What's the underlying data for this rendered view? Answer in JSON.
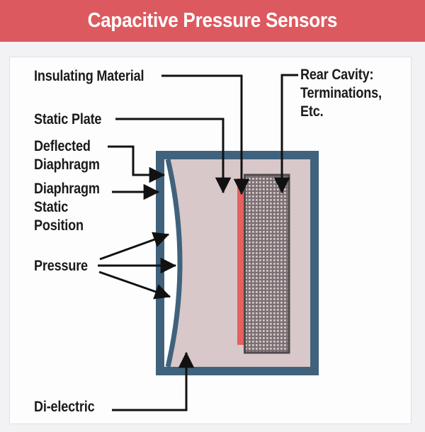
{
  "header": {
    "title": "Capacitive Pressure Sensors"
  },
  "labels": {
    "insulating_material": "Insulating Material",
    "static_plate": "Static Plate",
    "deflected_diaphragm": "Deflected\nDiaphragm",
    "diaphragm_static_position": "Diaphragm\nStatic\nPosition",
    "pressure": "Pressure",
    "dielectric": "Di-electric",
    "rear_cavity": "Rear Cavity:\nTerminations,\nEtc."
  },
  "colors": {
    "banner_red": "#dc5a5f",
    "title_text": "#ffffff",
    "frame_blue": "#40627c",
    "dielectric_pink": "#d8c8ca",
    "deflection_gap_white": "#ffffff",
    "plate_red": "#e5615e",
    "cavity_gray": "#7a6f72",
    "cavity_dot": "#d9cccd",
    "cavity_border": "#4e4a4b",
    "arrow_black": "#111111",
    "card_bg": "#fdfdfe",
    "page_bg": "#f2f1f3"
  }
}
